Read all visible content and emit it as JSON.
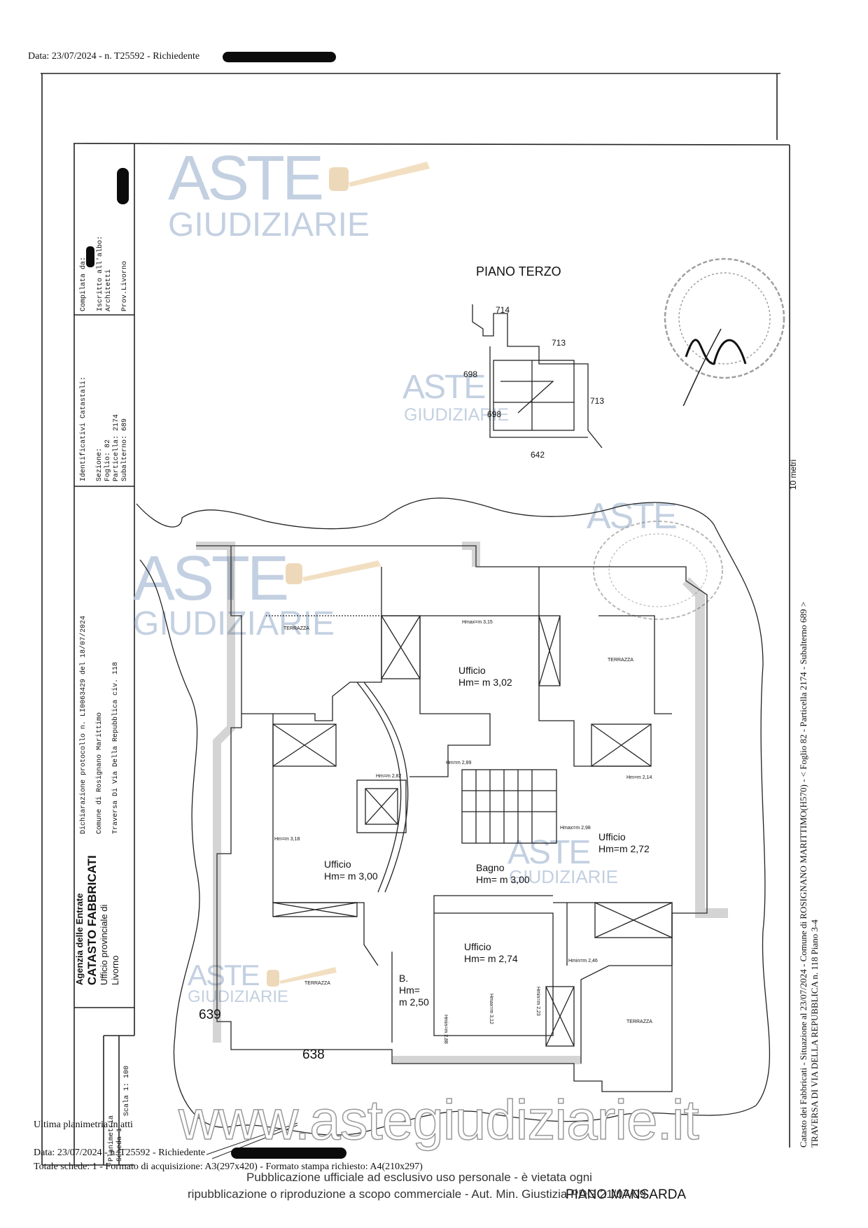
{
  "header": {
    "top_line": "Data: 23/07/2024 - n. T25592 - Richiedente"
  },
  "sidebar": {
    "compiled_lines": [
      "Compilata da:",
      "Iscritto all'albo:",
      "Architetti",
      "Prov.Livorno"
    ],
    "catastal_lines": [
      "Identificativi Catastali:",
      "Sezione:",
      "Foglio: 82",
      "Particella: 2174",
      "Subalterno: 689"
    ],
    "declaration_lines": [
      "Dichiarazione protocollo n.   LI0063429  del  18/07/2024",
      "Comune di Rosignano Marittimo",
      "Traversa Di Via Della Repubblica                    civ.  118"
    ],
    "agency_lines": [
      "Agenzia delle Entrate",
      "CATASTO FABBRICATI",
      "Ufficio provinciale di",
      "Livorno"
    ],
    "sheet_lines": [
      "Planimetria",
      "Scheda 1",
      "Scala 1: 100"
    ]
  },
  "right_margin": {
    "scale_note": "10 metri",
    "line1": "Catasto dei Fabbricati - Situazione al 23/07/2024 - Comune di ROSIGNANO MARITTIMO(H570) - < Foglio 82 - Particella 2174 - Subalterno 689 >",
    "line2": "TRAVERSA DI VIA DELLA REPUBBLICA n. 118 Piano 3-4"
  },
  "watermark": {
    "word1": "ASTE",
    "word2": "GIUDIZIARIE",
    "site": "www.astegiudiziarie.it"
  },
  "plan": {
    "floor3_title": "PIANO TERZO",
    "floor3_labels": [
      "714",
      "713",
      "698",
      "713",
      "698",
      "642"
    ],
    "floor4_title": "PIANO MANSARDA",
    "rooms": [
      {
        "name": "Ufficio",
        "height": "Hm= m 3,02"
      },
      {
        "name": "Ufficio",
        "height": "Hm=m 2,72"
      },
      {
        "name": "Ufficio",
        "height": "Hm= m 3,00"
      },
      {
        "name": "Bagno",
        "height": "Hm= m 3,00"
      },
      {
        "name": "Ufficio",
        "height": "Hm= m 2,74"
      }
    ],
    "b_room": [
      "B.",
      "Hm=",
      "m 2,50"
    ],
    "terraces": [
      "TERRAZZA",
      "TERRAZZA",
      "TERRAZZA",
      "TERRAZZA"
    ],
    "small_heights": [
      "Hmax=m 3,15",
      "Hm=m 2,82",
      "Hm=m 2,89",
      "Hm=m 2,14",
      "Hmax=m 2,98",
      "Hm=m 3,18",
      "Hmin=m 2,88",
      "Hmax=m 3,12",
      "Hmin=m 2,23",
      "Hmin=m 2,46"
    ],
    "neighbors": [
      "639",
      "638"
    ]
  },
  "footer": {
    "last_plan": "Ultima planimetria in atti",
    "date_line": "Data: 23/07/2024 - n. T25592 - Richiedente",
    "totals_line": "Totale schede: 1 - Formato di acquisizione: A3(297x420) - Formato stampa richiesto: A4(210x297)",
    "notice1": "Pubblicazione ufficiale ad esclusivo uso personale - è vietata ogni",
    "notice2": "ripubblicazione o riproduzione a scopo commerciale - Aut. Min. Giustizia PDG 21/07/09"
  }
}
